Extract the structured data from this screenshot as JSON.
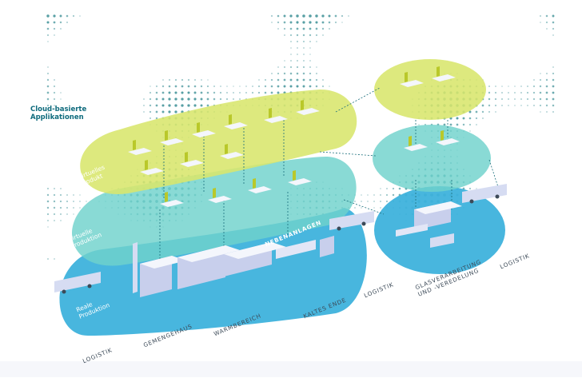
{
  "cloud_label": {
    "line1": "Cloud-basierte",
    "line2": "Applikationen"
  },
  "layers": [
    {
      "id": "virtual-product",
      "line1": "Virtuelles",
      "line2": "Produkt",
      "color": "#d8e66c"
    },
    {
      "id": "virtual-production",
      "line1": "Virtuelle",
      "line2": "Produktion",
      "color": "#6fd2cc"
    },
    {
      "id": "real-production",
      "line1": "Reale",
      "line2": "Produktion",
      "color": "#3eb2dc"
    }
  ],
  "areas": {
    "logistik_left": "LOGISTIK",
    "gemengehaus": "GEMENGEHAUS",
    "warmbereich": "WARMBEREICH",
    "kaltes_ende": "KALTES ENDE",
    "logistik_mid": "LOGISTIK",
    "glas_line1": "GLASVERARBEITUNG",
    "glas_line2": "UND -VEREDELUNG",
    "logistik_right": "LOGISTIK",
    "nebenanlagen": "NEBENANLAGEN"
  },
  "colors": {
    "dots": "#1f7f86",
    "connector": "#1b6f7c",
    "building": "#d6dcf2",
    "building_top": "#f4f6fc",
    "screen": "#b9c82a"
  }
}
